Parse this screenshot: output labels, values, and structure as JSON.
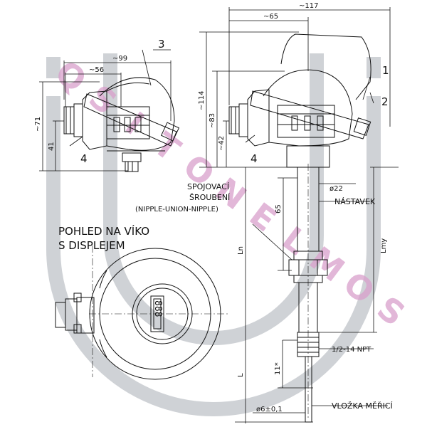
{
  "watermark": {
    "letters": [
      "Q",
      "S",
      "I",
      "T",
      "O",
      "N",
      "E",
      "L",
      "M",
      "O",
      "S"
    ],
    "text_color": "#d9a0cc",
    "ring_color": "#cfd2d6"
  },
  "colors": {
    "ink": "#111111",
    "watermark": "#d9a0cc"
  },
  "dimensions": {
    "d117": "~117",
    "d65_top": "~65",
    "d99": "~99",
    "d56": "~56",
    "d114": "~114",
    "d83": "~83",
    "d42": "~42",
    "d71": "~71",
    "d41": "41",
    "d65_side": "65",
    "d22": "ø22",
    "thread": "1/2-14 NPT",
    "d11": "11*",
    "d6": "ø6±0,1",
    "ln": "Ln",
    "lmy": "Lmy",
    "l": "L"
  },
  "callouts": {
    "c1": "1",
    "c2": "2",
    "c3": "3",
    "c4a": "4",
    "c4b": "4"
  },
  "labels": {
    "spojovaci": "SPOJOVACÍ",
    "sroubeni": "ŠROUBENÍ",
    "nipple": "(NIPPLE-UNION-NIPPLE)",
    "nastavek": "NÁSTAVEK",
    "vlozka": "VLOŽKA MĚŘICÍ",
    "pohled1": "POHLED NA VÍKO",
    "pohled2": "S DISPLEJEM"
  },
  "display_text": "888"
}
